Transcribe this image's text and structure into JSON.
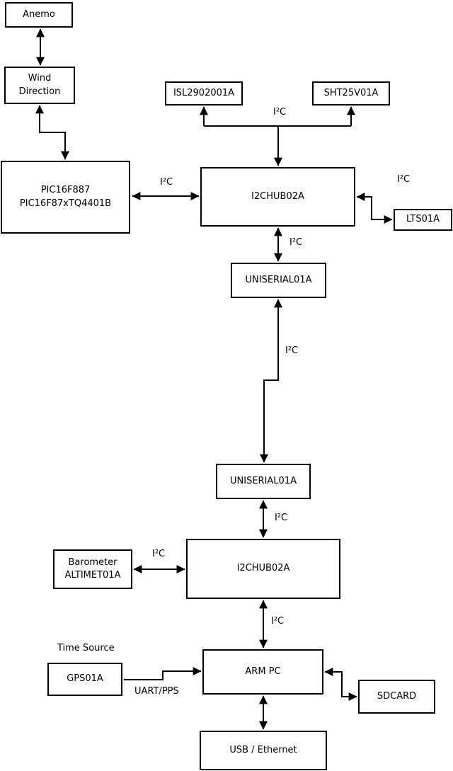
{
  "diagram": {
    "type": "block-diagram",
    "colors": {
      "background": "#ffffff",
      "box_fill": "#ffffff",
      "box_border": "#000000",
      "line": "#000000",
      "text": "#000000"
    },
    "nodes": {
      "anemo": {
        "label": "Anemo"
      },
      "wind_direction": {
        "label": "Wind\nDirection"
      },
      "pic": {
        "label": "PIC16F887\nPIC16F87xTQ4401B"
      },
      "isl": {
        "label": "ISL2902001A"
      },
      "sht": {
        "label": "SHT25V01A"
      },
      "i2chub_top": {
        "label": "I2CHUB02A"
      },
      "lts": {
        "label": "LTS01A"
      },
      "uniserial_top": {
        "label": "UNISERIAL01A"
      },
      "uniserial_bottom": {
        "label": "UNISERIAL01A"
      },
      "i2chub_bottom": {
        "label": "I2CHUB02A"
      },
      "barometer": {
        "label": "Barometer\nALTIMET01A"
      },
      "gps": {
        "label": "GPS01A"
      },
      "arm_pc": {
        "label": "ARM PC"
      },
      "sdcard": {
        "label": "SDCARD"
      },
      "usb_ethernet": {
        "label": "USB / Ethernet"
      }
    },
    "edge_labels": {
      "i2c_pic_hub": "I²C",
      "i2c_sensors": "I²C",
      "i2c_lts": "I²C",
      "i2c_hub_uniserial": "I²C",
      "i2c_link": "I²C",
      "i2c_uniserial_hub": "I²C",
      "i2c_barometer": "I²C",
      "i2c_hub_arm": "I²C",
      "time_source": "Time Source",
      "uart_pps": "UART/PPS"
    },
    "edges": [
      {
        "from": "anemo",
        "to": "wind_direction",
        "label": "",
        "arrows": "both"
      },
      {
        "from": "wind_direction",
        "to": "pic",
        "label": "",
        "arrows": "both"
      },
      {
        "from": "pic",
        "to": "i2chub_top",
        "label": "I²C",
        "arrows": "both"
      },
      {
        "from": "i2chub_top",
        "to": "isl",
        "label": "I²C",
        "arrows": "both"
      },
      {
        "from": "i2chub_top",
        "to": "sht",
        "label": "I²C",
        "arrows": "both"
      },
      {
        "from": "i2chub_top",
        "to": "lts",
        "label": "I²C",
        "arrows": "both"
      },
      {
        "from": "i2chub_top",
        "to": "uniserial_top",
        "label": "I²C",
        "arrows": "both"
      },
      {
        "from": "uniserial_top",
        "to": "uniserial_bottom",
        "label": "I²C",
        "arrows": "both"
      },
      {
        "from": "uniserial_bottom",
        "to": "i2chub_bottom",
        "label": "I²C",
        "arrows": "both"
      },
      {
        "from": "i2chub_bottom",
        "to": "barometer",
        "label": "I²C",
        "arrows": "both"
      },
      {
        "from": "i2chub_bottom",
        "to": "arm_pc",
        "label": "I²C",
        "arrows": "both"
      },
      {
        "from": "gps",
        "to": "arm_pc",
        "label": "UART/PPS",
        "arrows": "to"
      },
      {
        "from": "arm_pc",
        "to": "sdcard",
        "label": "",
        "arrows": "both"
      },
      {
        "from": "arm_pc",
        "to": "usb_ethernet",
        "label": "",
        "arrows": "both"
      }
    ]
  }
}
